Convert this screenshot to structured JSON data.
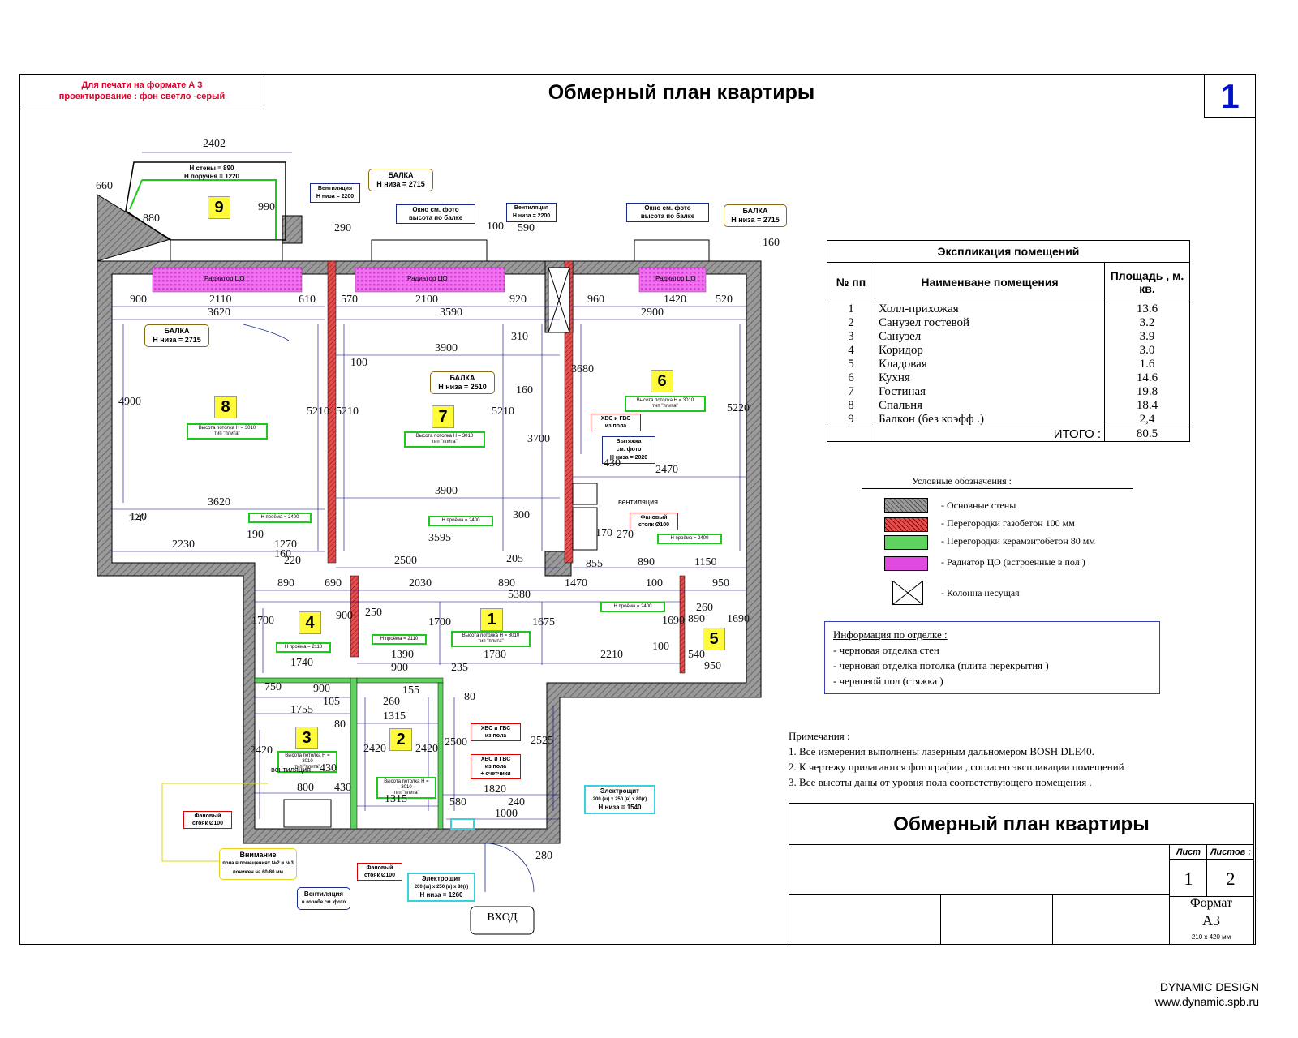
{
  "header": {
    "print_note_line1": "Для печати на формате А 3",
    "print_note_line2": "проектирование : фон светло -серый",
    "title": "Обмерный план квартиры",
    "sheet_number": "1"
  },
  "explication": {
    "title": "Экспликация помещений",
    "col_num": "№ пп",
    "col_name": "Наименване помещения",
    "col_area": "Площадь , м. кв.",
    "rows": [
      {
        "num": "1",
        "name": "Холл-прихожая",
        "area": "13.6"
      },
      {
        "num": "2",
        "name": "Санузел гостевой",
        "area": "3.2"
      },
      {
        "num": "3",
        "name": "Санузел",
        "area": "3.9"
      },
      {
        "num": "4",
        "name": "Коридор",
        "area": "3.0"
      },
      {
        "num": "5",
        "name": "Кладовая",
        "area": "1.6"
      },
      {
        "num": "6",
        "name": "Кухня",
        "area": "14.6"
      },
      {
        "num": "7",
        "name": "Гостиная",
        "area": "19.8"
      },
      {
        "num": "8",
        "name": "Спальня",
        "area": "18.4"
      },
      {
        "num": "9",
        "name": "Балкон (без коэфф .)",
        "area": "2,4"
      }
    ],
    "total_label": "ИТОГО :",
    "total_value": "80.5"
  },
  "legend": {
    "title": "Условные обозначения :",
    "items": [
      {
        "label": "- Основные стены",
        "color": "#8a8a8a"
      },
      {
        "label": "- Перегородки газобетон 100 мм",
        "color": "#d83a3a"
      },
      {
        "label": "- Перегородки керамзитобетон 80 мм",
        "color": "#5fd35f"
      },
      {
        "label": "- Радиатор ЦО (встроенные в пол )",
        "color": "#e04ae0"
      },
      {
        "label": "- Колонна несущая",
        "color": "#8a8a8a"
      }
    ]
  },
  "info": {
    "title": "Информация по отделке :",
    "lines": [
      "- черновая отделка стен",
      "- черновая отделка потолка (плита перекрытия )",
      "- черновой пол (стяжка )"
    ]
  },
  "notes": {
    "title": "Примечания :",
    "lines": [
      "1. Все измерения выполнены лазерным дальномером BOSH DLE40.",
      "2. К чертежу прилагаются фотографии , согласно экспликации помещений .",
      "3. Все высоты даны от уровня пола соответствующего помещения ."
    ]
  },
  "stamp": {
    "title": "Обмерный план квартиры",
    "sheet_label": "Лист",
    "sheets_label": "Листов :",
    "sheet": "1",
    "sheets": "2",
    "format_label": "Формат",
    "format": "А3",
    "format_size": "210 х 420 мм"
  },
  "plan": {
    "entrance": "ВХОД",
    "rooms": [
      "1",
      "2",
      "3",
      "4",
      "5",
      "6",
      "7",
      "8",
      "9"
    ],
    "balcony_wall": "Н стены = 890",
    "balcony_rail": "Н поручня = 1220",
    "balka": "БАЛКА",
    "balka_h1": "Н низа = 2715",
    "balka_h2": "Н низа = 2510",
    "window1": "Окно см. фото",
    "window2": "высота по балке",
    "vent": "Вентиляция",
    "vent_h": "Н низа = 2200",
    "radiator": "Радиатор ЦО",
    "ceiling": "Высота потолка Н = 3010",
    "ceiling_type": "тип \"плита\"",
    "opening": "Н проёма = 2400",
    "opening2": "Н проёма = 2110",
    "water": "ХВС и ГВС",
    "water_from": "из пола",
    "water_meter": "+ счетчики",
    "extract": "Вытяжка",
    "extract2": "см. фото",
    "extract3": "Н низа = 2020",
    "sewer": "Фановый",
    "sewer2": "стояк Ø100",
    "ventilation_small": "вентиляция",
    "elec": "Электрощит",
    "elec2a": "200 (ш) х 250 (в) х 80(г)",
    "elec_h1": "Н низа = 1540",
    "elec_h2": "Н низа = 1260",
    "attention": "Внимание",
    "attention2": "пола в помещениях №2 и №3",
    "attention3": "понижен на 60-80 мм",
    "vent_box": "Вентиляция",
    "vent_box2": "в коробе см. фото",
    "dims": [
      "2402",
      "880",
      "660",
      "990",
      "290",
      "590",
      "100",
      "160",
      "900",
      "2110",
      "610",
      "570",
      "2100",
      "920",
      "960",
      "1420",
      "520",
      "3620",
      "3590",
      "2900",
      "3900",
      "4900",
      "5210",
      "5210",
      "5210",
      "3680",
      "5220",
      "3700",
      "310",
      "100",
      "160",
      "430",
      "2470",
      "3620",
      "3900",
      "120",
      "2230",
      "1270",
      "160",
      "220",
      "3595",
      "2500",
      "205",
      "855",
      "890",
      "1150",
      "300",
      "270",
      "170",
      "890",
      "690",
      "2030",
      "890",
      "1470",
      "100",
      "950",
      "5380",
      "1700",
      "900",
      "250",
      "1700",
      "1675",
      "260",
      "890",
      "1690",
      "1690",
      "100",
      "540",
      "950",
      "1740",
      "1390",
      "900",
      "235",
      "1780",
      "2210",
      "750",
      "900",
      "105",
      "155",
      "80",
      "1755",
      "260",
      "1315",
      "80",
      "2420",
      "2420",
      "2420",
      "2500",
      "2525",
      "800",
      "430",
      "430",
      "1315",
      "580",
      "1820",
      "240",
      "1000",
      "280",
      "190",
      "120"
    ]
  }
}
